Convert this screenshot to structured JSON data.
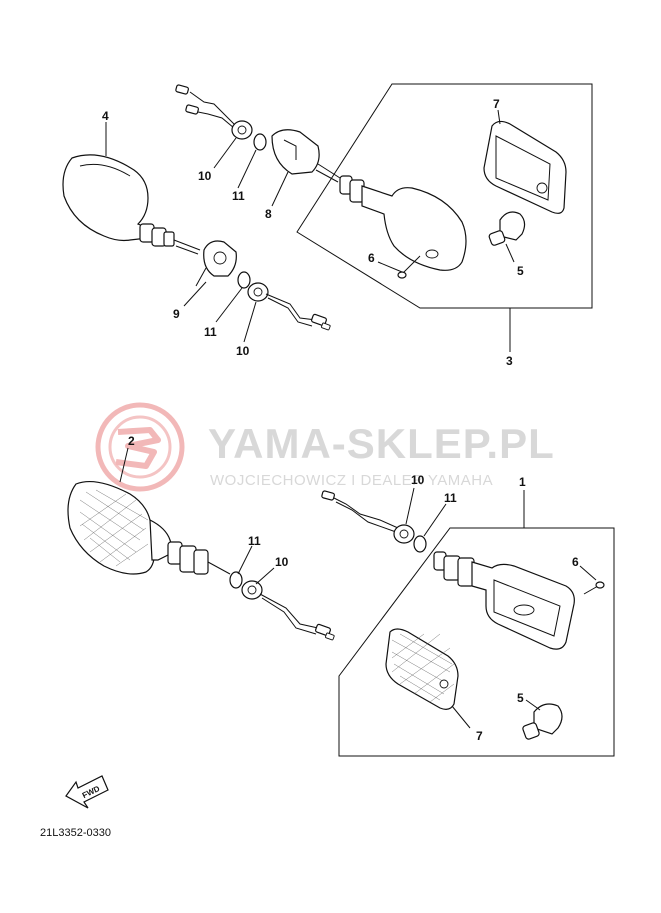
{
  "watermark": {
    "title": "YAMA-SKLEP.PL",
    "subtitle": "WOJCIECHOWICZ I DEALER YAMAHA"
  },
  "drawing_code": "21L3352-0330",
  "fwd_label": "FWD",
  "callouts": {
    "upper_4": "4",
    "upper_10_top": "10",
    "upper_11_top": "11",
    "upper_8": "8",
    "upper_9": "9",
    "upper_11_bottom": "11",
    "upper_10_bottom": "10",
    "upper_7": "7",
    "upper_6": "6",
    "upper_5": "5",
    "upper_3": "3",
    "lower_2": "2",
    "lower_11_left": "11",
    "lower_10_left": "10",
    "lower_10_right": "10",
    "lower_11_right": "11",
    "lower_1": "1",
    "lower_6": "6",
    "lower_5": "5",
    "lower_7": "7"
  },
  "colors": {
    "line": "#111111",
    "watermark": "#d8d8d8",
    "logo": "#f2b8b8"
  }
}
